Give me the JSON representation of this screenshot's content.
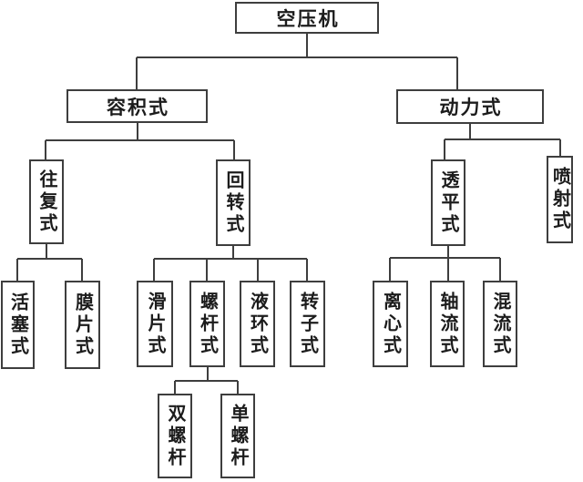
{
  "diagram": {
    "type": "tree-flowchart",
    "colors": {
      "line": "#3e3e3e",
      "box_border": "#3e3e3e",
      "text": "#1c1c1c",
      "background": "#ffffff"
    },
    "tree": {
      "label": "空压机",
      "children": [
        {
          "label": "容积式",
          "children": [
            {
              "label": "往复式",
              "children": [
                {
                  "label": "活塞式"
                },
                {
                  "label": "膜片式"
                }
              ]
            },
            {
              "label": "回转式",
              "children": [
                {
                  "label": "滑片式"
                },
                {
                  "label": "螺杆式",
                  "children": [
                    {
                      "label": "双螺杆"
                    },
                    {
                      "label": "单螺杆"
                    }
                  ]
                },
                {
                  "label": "液环式"
                },
                {
                  "label": "转子式"
                }
              ]
            }
          ]
        },
        {
          "label": "动力式",
          "children": [
            {
              "label": "透平式",
              "children": [
                {
                  "label": "离心式"
                },
                {
                  "label": "轴流式"
                },
                {
                  "label": "混流式"
                }
              ]
            },
            {
              "label": "喷射式"
            }
          ]
        }
      ]
    }
  }
}
